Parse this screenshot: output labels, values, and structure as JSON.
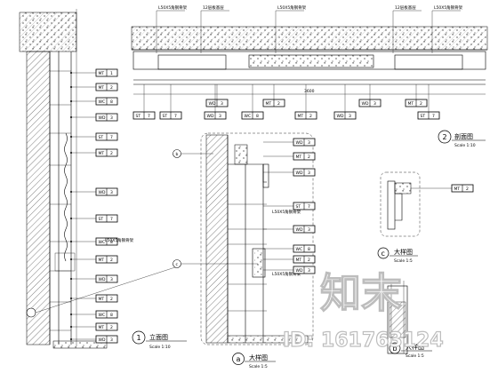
{
  "drawing": {
    "section_view": {
      "number": "2",
      "title": "剖面图",
      "scale": "Scale 1:10",
      "top_labels": [
        "L50X5角钢骨架",
        "12层板基层",
        "L50X5角钢骨架",
        "12层板基层",
        "L50X5角钢骨架"
      ],
      "dim_label": "3600",
      "bottom_tags": [
        {
          "code": "ST",
          "num": "7"
        },
        {
          "code": "ST",
          "num": "7"
        },
        {
          "code": "WD",
          "num": "3"
        },
        {
          "code": "WC",
          "num": "8"
        },
        {
          "code": "MT",
          "num": "2"
        },
        {
          "code": "WD",
          "num": "3"
        },
        {
          "code": "ST",
          "num": "7"
        }
      ],
      "top_tags": [
        {
          "code": "WD",
          "num": "3"
        },
        {
          "code": "WD",
          "num": "3"
        },
        {
          "code": "MT",
          "num": "2"
        },
        {
          "code": "MT",
          "num": "2"
        }
      ]
    },
    "elevation_view": {
      "number": "1",
      "title": "立面图",
      "scale": "Scale 1:10",
      "tags": [
        {
          "code": "MT",
          "num": "1"
        },
        {
          "code": "MT",
          "num": "2"
        },
        {
          "code": "WC",
          "num": "8"
        },
        {
          "code": "WD",
          "num": "3"
        },
        {
          "code": "ST",
          "num": "7"
        },
        {
          "code": "MT",
          "num": "2"
        },
        {
          "code": "WD",
          "num": "3"
        },
        {
          "code": "ST",
          "num": "7"
        },
        {
          "code": "WC",
          "num": "8"
        },
        {
          "code": "MT",
          "num": "2"
        },
        {
          "code": "WD",
          "num": "3"
        },
        {
          "code": "MT",
          "num": "2"
        },
        {
          "code": "WC",
          "num": "8"
        },
        {
          "code": "MT",
          "num": "2"
        },
        {
          "code": "WD",
          "num": "3"
        }
      ],
      "mid_label": "L50X5角钢骨架"
    },
    "detail_a": {
      "letter": "a",
      "title": "大样图",
      "scale": "Scale 1:5",
      "tags": [
        {
          "code": "WD",
          "num": "3"
        },
        {
          "code": "MT",
          "num": "2"
        },
        {
          "code": "WD",
          "num": "3"
        },
        {
          "code": "ST",
          "num": "7"
        },
        {
          "code": "WD",
          "num": "3"
        },
        {
          "code": "WC",
          "num": "8"
        },
        {
          "code": "MT",
          "num": "2"
        },
        {
          "code": "WD",
          "num": "3"
        }
      ],
      "callout_b": "b",
      "callout_c": "c",
      "side_label": "L50X5角钢骨架",
      "side_label2": "L50X5角钢骨架"
    },
    "detail_c": {
      "letter": "c",
      "title": "大样图",
      "scale": "Scale 1:5",
      "tag": {
        "code": "MT",
        "num": "2"
      }
    },
    "detail_b": {
      "letter": "b",
      "title": "大样图",
      "scale": "Scale 1:5"
    }
  },
  "watermark": {
    "brand": "知末",
    "id_text": "ID: 161763124"
  }
}
